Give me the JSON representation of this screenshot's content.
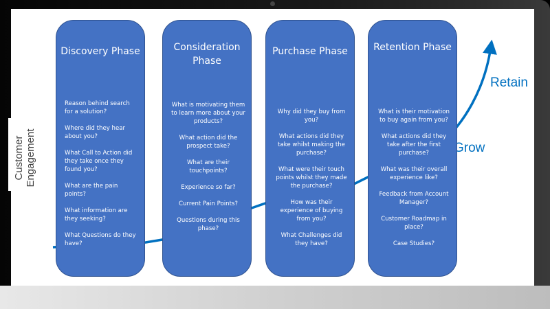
{
  "axis_label": "Customer Engagement",
  "curve_labels": {
    "grow": "Grow",
    "retain": "Retain"
  },
  "colors": {
    "card": "#4472c4",
    "curve": "#0070c0"
  },
  "phases": [
    {
      "title": "Discovery Phase",
      "questions": [
        "Reason behind search for a solution?",
        "Where did they hear about you?",
        "What Call to Action did they take once they found you?",
        "What are the pain points?",
        "What information are they seeking?",
        "What Questions do they have?"
      ]
    },
    {
      "title": "Consideration Phase",
      "questions": [
        "What is motivating them to learn more about your products?",
        "What action did the prospect take?",
        "What are their touchpoints?",
        "Experience so far?",
        "Current Pain Points?",
        "Questions during this phase?"
      ]
    },
    {
      "title": "Purchase Phase",
      "questions": [
        "Why did they buy from you?",
        "What actions did they take whilst making the purchase?",
        "What were their touch points whilst they made the purchase?",
        "How was their experience of buying from you?",
        "What Challenges did they have?"
      ]
    },
    {
      "title": "Retention Phase",
      "questions": [
        "What is their motivation to buy again from you?",
        "What actions did they take after the first purchase?",
        "What was their overall experience like?",
        "Feedback from Account Manager?",
        "Customer Roadmap in place?",
        "Case Studies?"
      ]
    }
  ]
}
